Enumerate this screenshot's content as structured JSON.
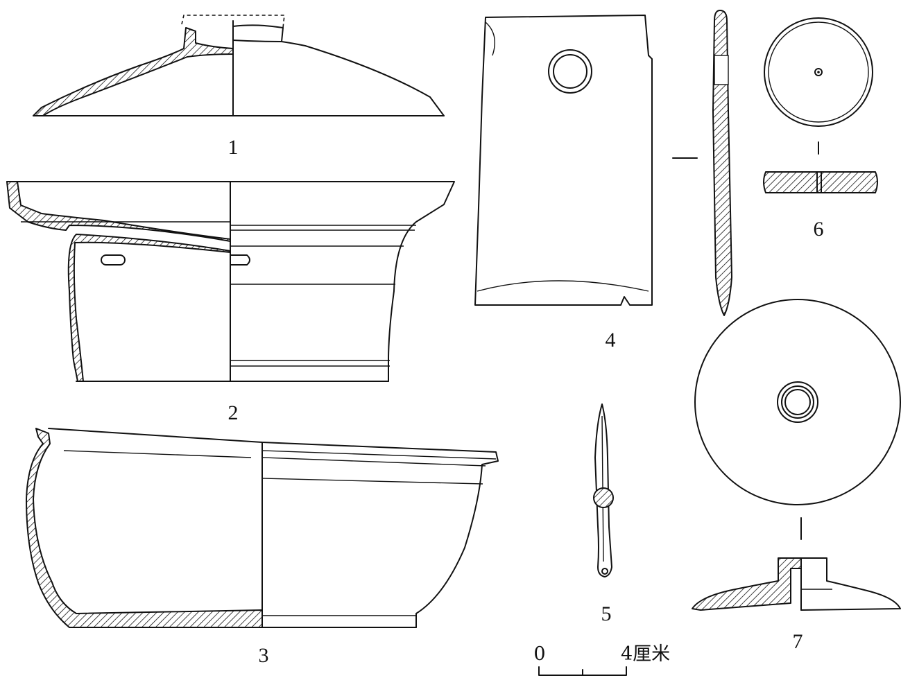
{
  "figure_labels": {
    "fig1": "1",
    "fig2": "2",
    "fig3": "3",
    "fig4": "4",
    "fig5": "5",
    "fig6": "6",
    "fig7": "7"
  },
  "scale_bar": {
    "start_label": "0",
    "end_label": "4厘米"
  }
}
